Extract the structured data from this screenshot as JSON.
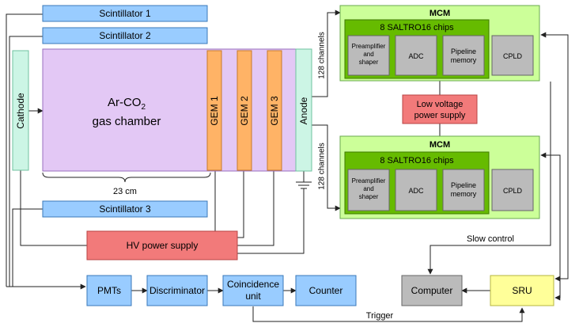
{
  "labels": {
    "scint1": "Scintillator 1",
    "scint2": "Scintillator 2",
    "scint3": "Scintillator 3",
    "cathode": "Cathode",
    "anode": "Anode",
    "chamber_line1": "Ar-CO",
    "chamber_sub": "2",
    "chamber_line2": "gas chamber",
    "gem1": "GEM 1",
    "gem2": "GEM 2",
    "gem3": "GEM 3",
    "dimension": "23 cm",
    "channels_top": "128 channels",
    "channels_bottom": "128 channels",
    "mcm_top": "MCM",
    "mcm_bottom": "MCM",
    "saltro_top": "8 SALTRO16 chips",
    "saltro_bottom": "8 SALTRO16 chips",
    "preamp_top_1": "Preamplifier",
    "preamp_top_2": "and",
    "preamp_top_3": "shaper",
    "preamp_bot_1": "Preamplifier",
    "preamp_bot_2": "and",
    "preamp_bot_3": "shaper",
    "adc_top": "ADC",
    "adc_bottom": "ADC",
    "pipe_top_1": "Pipeline",
    "pipe_top_2": "memory",
    "pipe_bot_1": "Pipeline",
    "pipe_bot_2": "memory",
    "cpld_top": "CPLD",
    "cpld_bottom": "CPLD",
    "lvps_1": "Low voltage",
    "lvps_2": "power supply",
    "hvps": "HV power supply",
    "pmts": "PMTs",
    "discriminator": "Discriminator",
    "coinc_1": "Coincidence",
    "coinc_2": "unit",
    "counter": "Counter",
    "computer": "Computer",
    "sru": "SRU",
    "slow_control": "Slow control",
    "trigger": "Trigger"
  },
  "colors": {
    "scintillator_fill": "#99ccff",
    "scintillator_stroke": "#3a78b8",
    "chamber_fill": "#e3c8f5",
    "chamber_stroke": "#9a6fbf",
    "electrode_fill": "#ccf5e5",
    "electrode_stroke": "#6fc2a0",
    "gem_fill": "#ffb366",
    "gem_stroke": "#c77a2a",
    "mcm_fill": "#ccff99",
    "mcm_stroke": "#6aa84f",
    "chip_fill": "#66bb00",
    "chip_stroke": "#3f7a00",
    "module_fill": "#bbbbbb",
    "module_stroke": "#666666",
    "power_fill": "#f27a7a",
    "power_stroke": "#b84444",
    "electronics_fill": "#99ccff",
    "electronics_stroke": "#3a78b8",
    "sru_fill": "#ffff99",
    "sru_stroke": "#b5b540"
  }
}
